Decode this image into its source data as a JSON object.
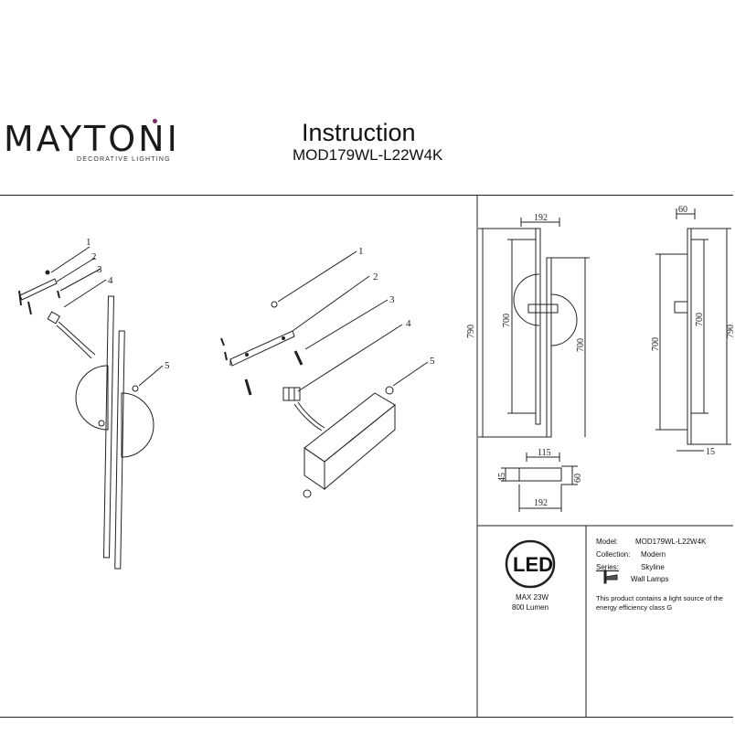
{
  "brand": {
    "name": "MAYTONI",
    "tagline": "DECORATIVE LIGHTING"
  },
  "header": {
    "title": "Instruction",
    "model": "MOD179WL-L22W4K"
  },
  "callouts": [
    "1",
    "2",
    "3",
    "4",
    "5"
  ],
  "dimensions": {
    "front_width_top": "192",
    "front_total_height": "790",
    "front_inner_height": "700",
    "front_bar_height": "700",
    "side_width_top": "60",
    "side_total_height": "790",
    "side_inner_height": "700",
    "side_bar_height": "700",
    "side_bottom_depth": "15",
    "top_width_upper": "115",
    "top_left_depth": "45",
    "top_right_depth": "60",
    "top_width_lower": "192"
  },
  "led": {
    "badge": "LED",
    "power": "MAX 23W",
    "lumen": "800 Lumen"
  },
  "specs": {
    "model_label": "Model:",
    "model_value": "MOD179WL-L22W4K",
    "collection_label": "Collection:",
    "collection_value": "Modern",
    "series_label": "Series:",
    "series_value": "Skyline",
    "category_value": "Wall Lamps",
    "energy_note_1": "This product contains a light source of the",
    "energy_note_2": "energy efficiency class G"
  },
  "colors": {
    "ink": "#111111",
    "brand_dot": "#7a2a6a"
  }
}
